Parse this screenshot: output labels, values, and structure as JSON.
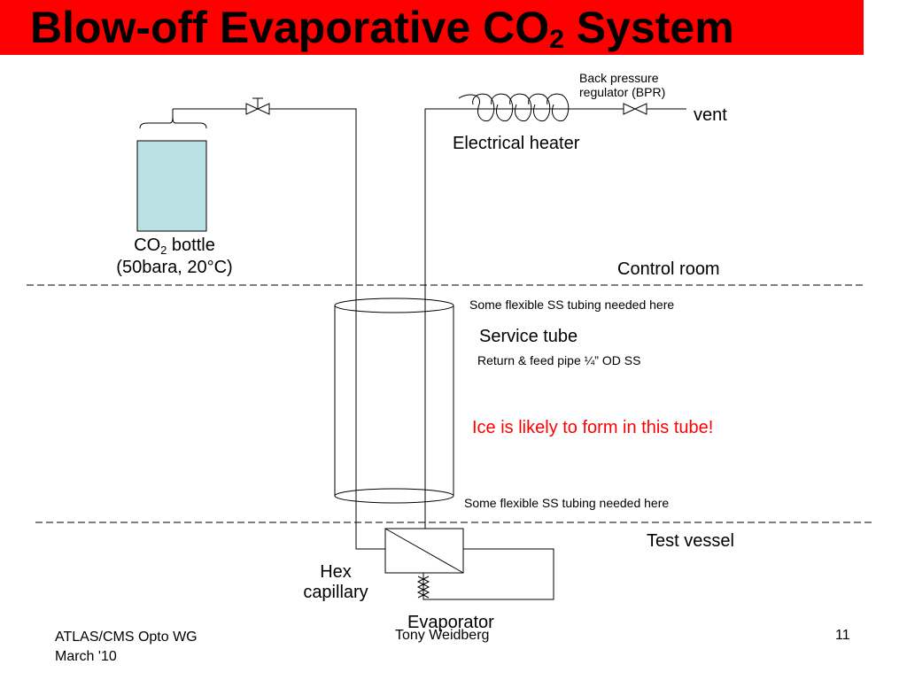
{
  "title": {
    "prefix": "Blow-off Evaporative CO",
    "sub": "2",
    "suffix": " System"
  },
  "labels": {
    "bpr_line1": "Back pressure",
    "bpr_line2": "regulator (BPR)",
    "vent": "vent",
    "electrical_heater": "Electrical heater",
    "bottle_prefix": "CO",
    "bottle_sub": "2",
    "bottle_suffix": " bottle",
    "bottle_line2": "(50bara, 20°C)",
    "control_room": "Control room",
    "flex_tubing_top": "Some flexible SS tubing needed here",
    "service_tube": "Service tube",
    "return_feed": "Return & feed pipe ¼” OD SS",
    "ice_warning": "Ice is likely to form in this tube!",
    "flex_tubing_bottom": "Some flexible SS tubing needed here",
    "test_vessel": "Test vessel",
    "hex_line1": "Hex",
    "hex_line2": "capillary",
    "evaporator": "Evaporator"
  },
  "colors": {
    "title_bg": "#ff0000",
    "warning": "#ff0000",
    "bottle_fill": "#b9e0e3"
  },
  "footer": {
    "left_line1": "ATLAS/CMS Opto WG",
    "left_line2": "March '10",
    "center": "Tony Weidberg",
    "page": "11"
  }
}
